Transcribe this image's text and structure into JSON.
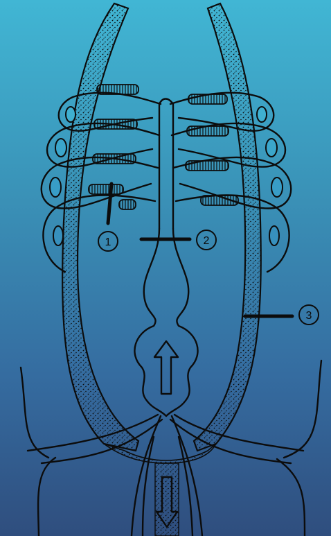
{
  "diagram": {
    "labels": [
      {
        "id": "label-1",
        "text": "1"
      },
      {
        "id": "label-2",
        "text": "2"
      },
      {
        "id": "label-3",
        "text": "3"
      }
    ],
    "colors": {
      "background_top": "#41b6d4",
      "background_bottom": "#2f4e7e",
      "ink": "#0c0c0c"
    }
  }
}
